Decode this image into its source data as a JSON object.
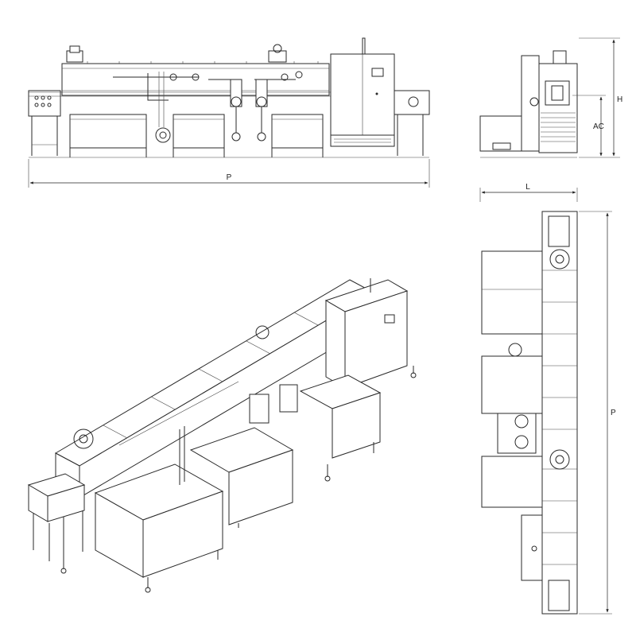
{
  "dimensions": {
    "P": "P",
    "H": "H",
    "AC": "AC",
    "L": "L"
  },
  "views": [
    {
      "name": "front-elevation"
    },
    {
      "name": "side-elevation"
    },
    {
      "name": "plan-view"
    },
    {
      "name": "isometric-view"
    }
  ],
  "colors": {
    "line": "#2a2a2a",
    "background": "#ffffff"
  }
}
